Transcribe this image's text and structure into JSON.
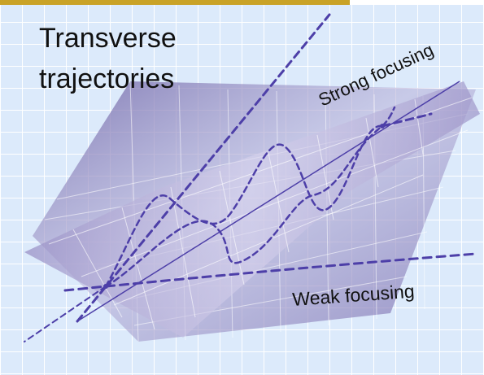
{
  "labels": {
    "title_line1": "Transverse",
    "title_line2": "trajectories",
    "strong": "Strong focusing",
    "weak": "Weak focusing"
  },
  "colors": {
    "background": "#ffffff",
    "top_rule": "#c9a227",
    "grid_fill": "#dceafb",
    "grid_line": "#ffffff",
    "plane": "#8b80b8",
    "trajectory": "#4d3fa8"
  }
}
